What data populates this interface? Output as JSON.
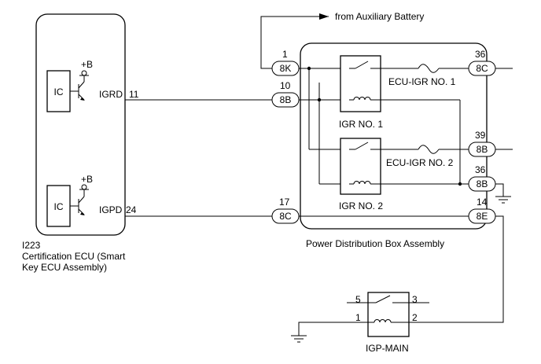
{
  "aux_battery_label": "from Auxiliary Battery",
  "ecu": {
    "id": "I223",
    "name_line1": "Certification ECU (Smart",
    "name_line2": "Key ECU Assembly)",
    "ic_label": "IC",
    "supply_label": "+B",
    "igrd_signal": "IGRD",
    "igrd_pin": "11",
    "igpd_signal": "IGPD",
    "igpd_pin": "24"
  },
  "pdb": {
    "name": "Power Distribution Box Assembly",
    "relay1": "IGR NO. 1",
    "relay2": "IGR NO. 2",
    "fuse1": "ECU-IGR NO. 1",
    "fuse2": "ECU-IGR NO. 2"
  },
  "connectors": {
    "c8k": {
      "code": "8K",
      "pin": "1"
    },
    "c8b_left": {
      "code": "8B",
      "pin": "10"
    },
    "c8c_left": {
      "code": "8C",
      "pin": "17"
    },
    "c8c_right": {
      "code": "8C",
      "pin": "36"
    },
    "c8b_mid": {
      "code": "8B",
      "pin": "39"
    },
    "c8b_gnd": {
      "code": "8B",
      "pin": "36"
    },
    "c8e": {
      "code": "8E",
      "pin": "14"
    }
  },
  "igp_main": {
    "name": "IGP-MAIN",
    "pin5": "5",
    "pin3": "3",
    "pin1": "1",
    "pin2": "2"
  }
}
